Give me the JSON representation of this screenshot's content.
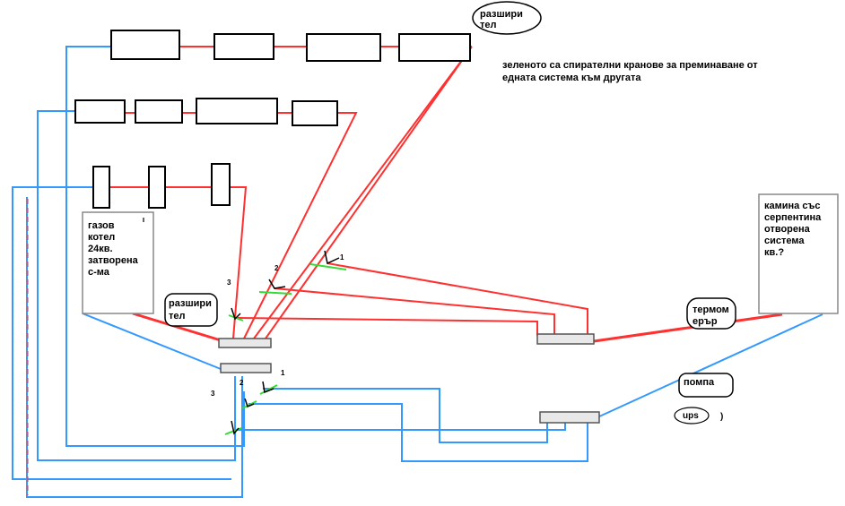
{
  "colors": {
    "supply": "#ff3030",
    "return": "#3399ff",
    "valve": "#33dd33",
    "outline": "#000000",
    "manifold_fill": "#e8e8e8"
  },
  "labels": {
    "expansion_top_line1": "разшири",
    "expansion_top_line2": "тел",
    "note_line1": "зеленото са спирателни кранове за преминаване от",
    "note_line2": "едната система към другата",
    "boiler_line1": "газов",
    "boiler_line2": "котел",
    "boiler_line3": "24кв.",
    "boiler_line4": "затворена",
    "boiler_line5": "с-ма",
    "fireplace_line1": "камина със",
    "fireplace_line2": "серпентина",
    "fireplace_line3": "отворена",
    "fireplace_line4": "система",
    "fireplace_line5": "кв.?",
    "expansion_mid_line1": "разшири",
    "expansion_mid_line2": "тел",
    "thermomixer_line1": "термом",
    "thermomixer_line2": "ерър",
    "pump": "помпа",
    "ups": "ups",
    "ups_paren": ")"
  },
  "valve_numbers": {
    "upper_1": "1",
    "upper_2": "2",
    "upper_3": "3",
    "lower_1": "1",
    "lower_2": "2",
    "lower_3": "3"
  }
}
